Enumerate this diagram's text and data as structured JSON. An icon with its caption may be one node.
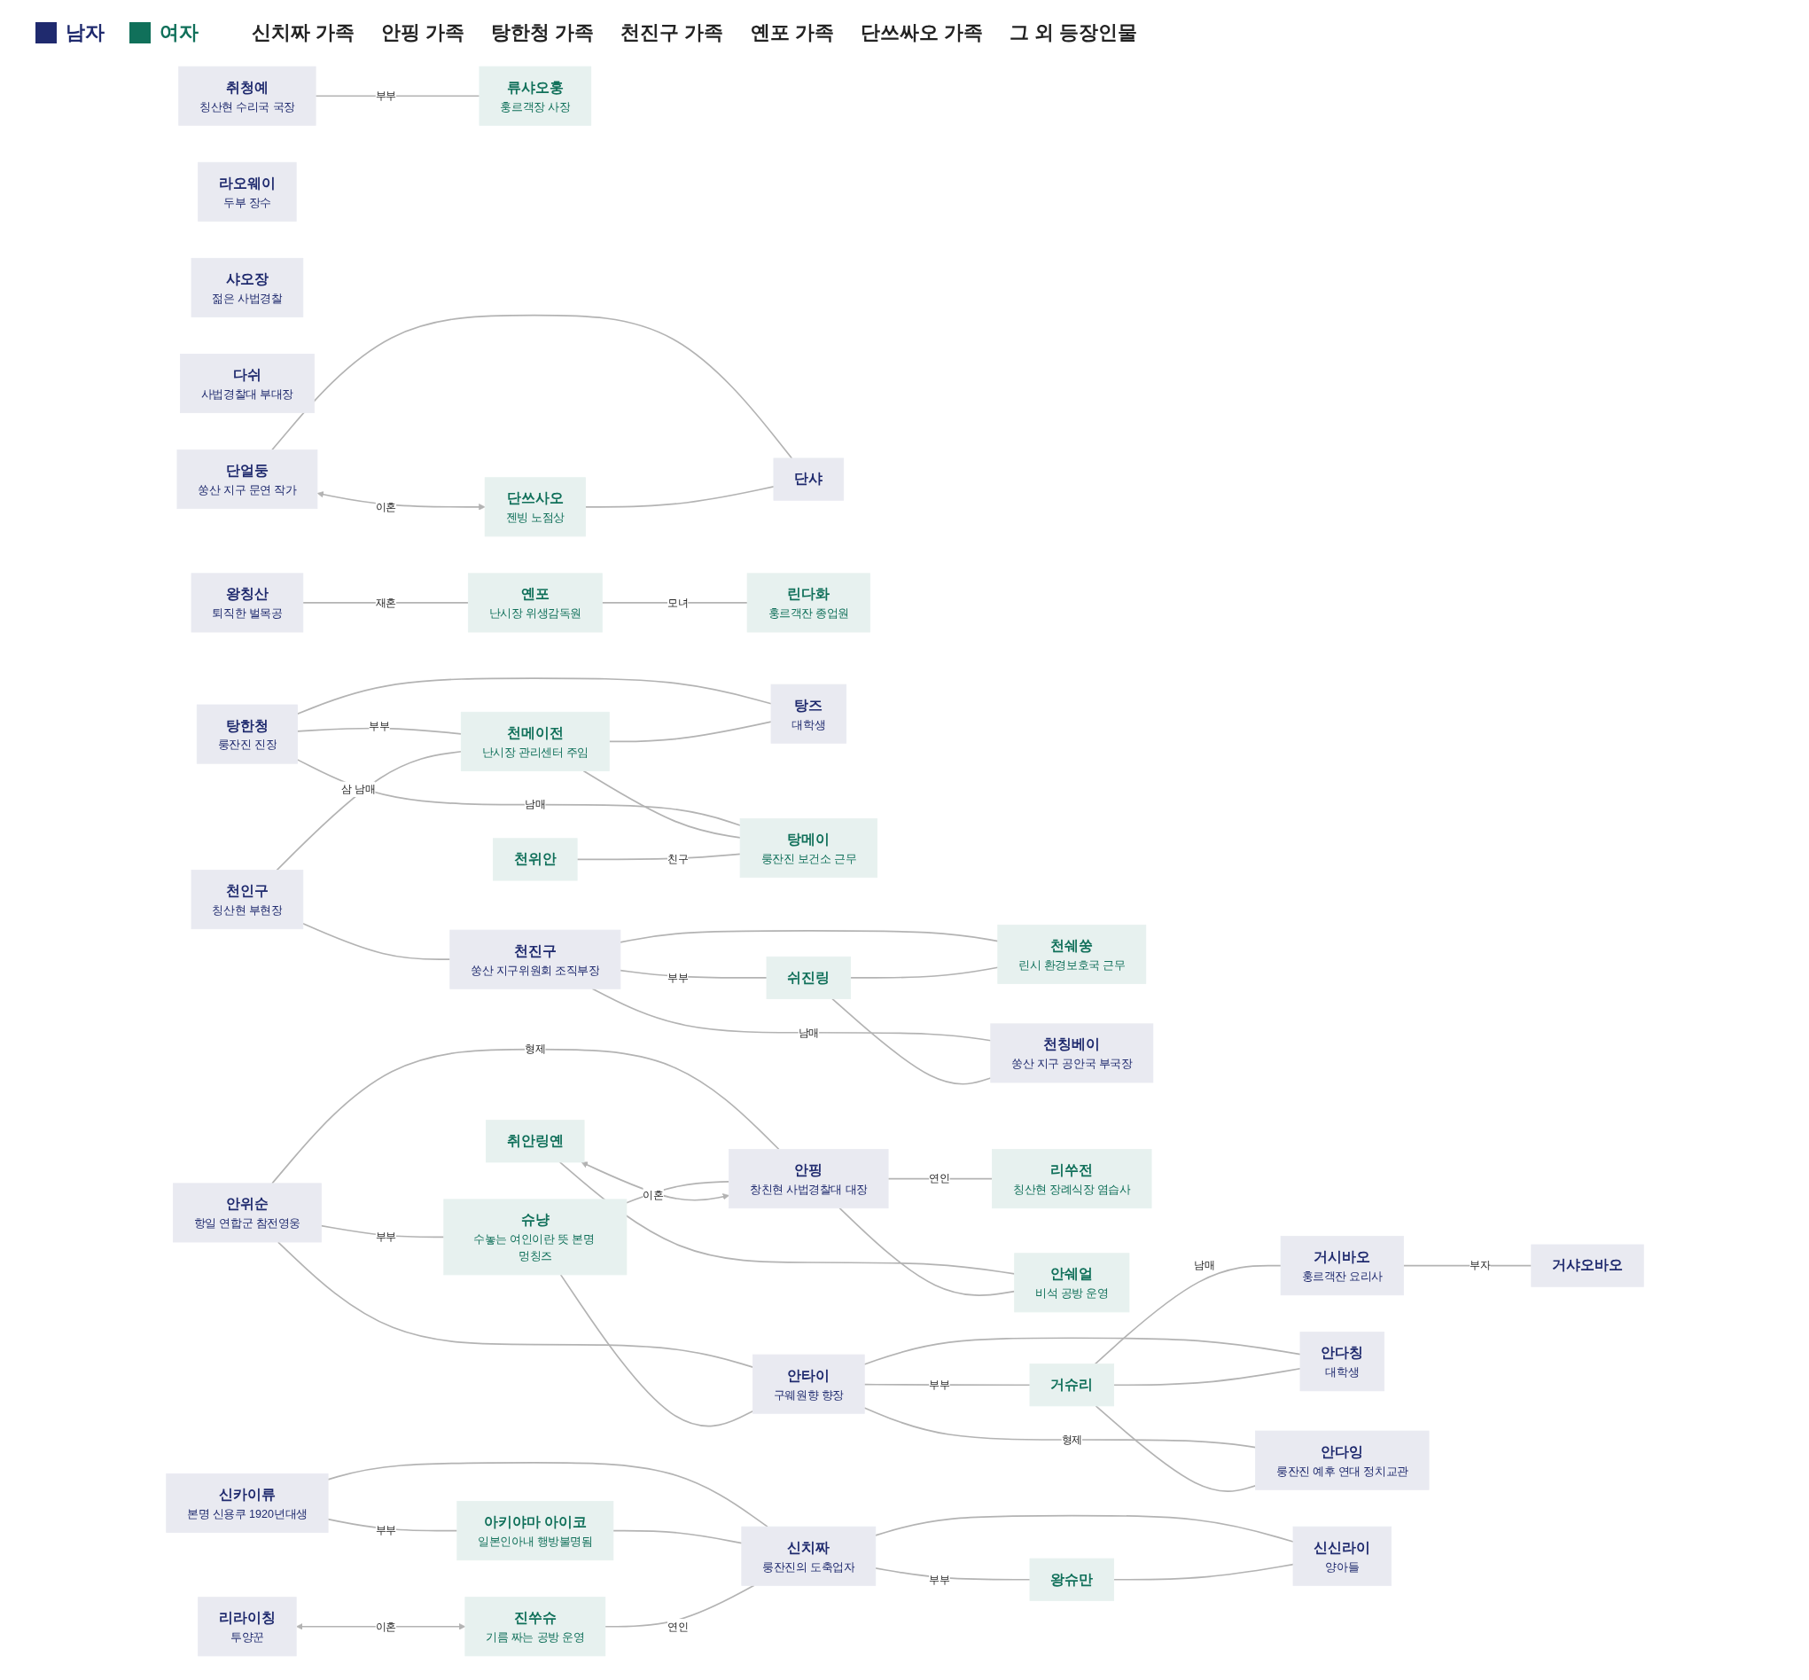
{
  "diagram": {
    "nodes": [
      {
        "text": [
          "신카이류",
          "본명 신용쿠 1920년대생"
        ]
      },
      {
        "text": [
          "아키야마 아이코",
          "일본인아내 행방불명됨"
        ]
      },
      {
        "text": [
          "리라이칭",
          "투양꾼"
        ]
      },
      {
        "text": [
          "진쑤슈",
          "기름 짜는 공방 운영"
        ]
      },
      {
        "text": [
          "신치짜",
          "룽잔진의 도축업자"
        ]
      },
      {
        "text": [
          "왕슈만"
        ]
      },
      {
        "text": [
          "신신라이",
          "양아들"
        ]
      },
      {
        "text": [
          "안위순",
          "항일 연합군 참전영웅"
        ]
      },
      {
        "text": [
          "슈냥",
          "수놓는 여인이란 뜻 본명 멍칭즈"
        ]
      },
      {
        "text": [
          "취안링옌"
        ]
      },
      {
        "text": [
          "안핑",
          "창친현 사법경찰대 대장"
        ]
      },
      {
        "text": [
          "안타이",
          "구웨원향 향장"
        ]
      },
      {
        "text": [
          "거슈리"
        ]
      },
      {
        "text": [
          "안쉐얼",
          "비석 공방 운영"
        ]
      },
      {
        "text": [
          "안다잉",
          "룽잔진 예후 연대 정치교관"
        ]
      },
      {
        "text": [
          "안다칭",
          "대학생"
        ]
      },
      {
        "text": [
          "리쑤전",
          "칭산현 장례식장 염습사"
        ]
      },
      {
        "text": [
          "거시바오",
          "훙르객잔 요리사"
        ]
      },
      {
        "text": [
          "거샤오바오"
        ]
      },
      {
        "text": [
          "탕한청",
          "룽잔진 진장"
        ]
      },
      {
        "text": [
          "천메이전",
          "난시장 관리센터 주임"
        ]
      },
      {
        "text": [
          "천인구",
          "칭산현 부현장"
        ]
      },
      {
        "text": [
          "천진구",
          "쑹산 지구위원회 조직부장"
        ]
      },
      {
        "text": [
          "쉬진링"
        ]
      },
      {
        "text": [
          "천위안"
        ]
      },
      {
        "text": [
          "탕메이",
          "룽잔진 보건소 근무"
        ]
      },
      {
        "text": [
          "탕즈",
          "대학생"
        ]
      },
      {
        "text": [
          "천칭베이",
          "쑹산 지구 공안국 부국장"
        ]
      },
      {
        "text": [
          "천쉐쑹",
          "린시 환경보호국 근무"
        ]
      },
      {
        "text": [
          "왕칭산",
          "퇴직한 벌목공"
        ]
      },
      {
        "text": [
          "옌포",
          "난시장 위생감독원"
        ]
      },
      {
        "text": [
          "린다화",
          "훙르객잔 종업원"
        ]
      },
      {
        "text": [
          "단얼둥",
          "쑹산 지구 문연 작가"
        ]
      },
      {
        "text": [
          "단쓰사오",
          "젠빙 노점상"
        ]
      },
      {
        "text": [
          "단샤"
        ]
      },
      {
        "text": [
          "다쉬",
          "사법경찰대 부대장"
        ]
      },
      {
        "text": [
          "샤오장",
          "젊은 사법경찰"
        ]
      },
      {
        "text": [
          "라오웨이",
          "두부 장수"
        ]
      },
      {
        "text": [
          "취청예",
          "칭산현 수리국 국장"
        ]
      },
      {
        "text": [
          "류샤오훙",
          "훙르객장 사장"
        ]
      }
    ],
    "edges": [
      {
        "from": 0,
        "to": 1,
        "arrow": "none",
        "label": "부부"
      },
      {
        "from": 0,
        "to": 4,
        "arrow": "none"
      },
      {
        "from": 1,
        "to": 4,
        "arrow": "none"
      },
      {
        "from": 2,
        "to": 3,
        "arrow": "both",
        "label": "이혼"
      },
      {
        "from": 3,
        "to": 4,
        "arrow": "none",
        "label": "연인"
      },
      {
        "from": 4,
        "to": 5,
        "arrow": "none",
        "label": "부부"
      },
      {
        "from": 4,
        "to": 6,
        "arrow": "none"
      },
      {
        "from": 5,
        "to": 6,
        "arrow": "none"
      },
      {
        "from": 7,
        "to": 8,
        "arrow": "none",
        "label": "부부"
      },
      {
        "from": 7,
        "to": 10,
        "arrow": "none",
        "label": "형제"
      },
      {
        "from": 7,
        "to": 11,
        "arrow": "none"
      },
      {
        "from": 8,
        "to": 10,
        "arrow": "none"
      },
      {
        "from": 8,
        "to": 11,
        "arrow": "none"
      },
      {
        "from": 9,
        "to": 10,
        "arrow": "both",
        "label": "이혼"
      },
      {
        "from": 9,
        "to": 13,
        "arrow": "none"
      },
      {
        "from": 10,
        "to": 13,
        "arrow": "none"
      },
      {
        "from": 10,
        "to": 16,
        "arrow": "none",
        "label": "연인"
      },
      {
        "from": 11,
        "to": 12,
        "arrow": "none",
        "label": "부부"
      },
      {
        "from": 11,
        "to": 14,
        "arrow": "none",
        "label": "형제"
      },
      {
        "from": 11,
        "to": 15,
        "arrow": "none"
      },
      {
        "from": 12,
        "to": 14,
        "arrow": "none"
      },
      {
        "from": 12,
        "to": 15,
        "arrow": "none"
      },
      {
        "from": 12,
        "to": 17,
        "arrow": "none",
        "label": "남매"
      },
      {
        "from": 17,
        "to": 18,
        "arrow": "none",
        "label": "부자"
      },
      {
        "from": 19,
        "to": 20,
        "arrow": "none",
        "label": "부부"
      },
      {
        "from": 19,
        "to": 25,
        "arrow": "none",
        "label": "남매"
      },
      {
        "from": 19,
        "to": 26,
        "arrow": "none"
      },
      {
        "from": 20,
        "to": 25,
        "arrow": "none"
      },
      {
        "from": 20,
        "to": 26,
        "arrow": "none"
      },
      {
        "from": 21,
        "to": 20,
        "arrow": "none",
        "label": "삼 남매"
      },
      {
        "from": 21,
        "to": 22,
        "arrow": "none"
      },
      {
        "from": 22,
        "to": 23,
        "arrow": "none",
        "label": "부부"
      },
      {
        "from": 22,
        "to": 27,
        "arrow": "none",
        "label": "남매"
      },
      {
        "from": 22,
        "to": 28,
        "arrow": "none"
      },
      {
        "from": 23,
        "to": 27,
        "arrow": "none"
      },
      {
        "from": 23,
        "to": 28,
        "arrow": "none"
      },
      {
        "from": 24,
        "to": 25,
        "arrow": "none",
        "label": "친구"
      },
      {
        "from": 29,
        "to": 30,
        "arrow": "none",
        "label": "재혼"
      },
      {
        "from": 30,
        "to": 31,
        "arrow": "none",
        "label": "모녀"
      },
      {
        "from": 32,
        "to": 33,
        "arrow": "both",
        "label": "이혼"
      },
      {
        "from": 32,
        "to": 34,
        "arrow": "none"
      },
      {
        "from": 33,
        "to": 34,
        "arrow": "none"
      },
      {
        "from": 38,
        "to": 39,
        "arrow": "none",
        "label": "부부"
      }
    ],
    "labels": [
      "신치짜 가족",
      "안핑 가족",
      "탕한청 가족",
      "천진구 가족",
      "옌포 가족",
      "단쓰싸오 가족",
      "그 외 등장인물"
    ],
    "legend": [
      {
        "text": "남자",
        "color": "#1f2a6e"
      },
      {
        "text": "여자",
        "color": "#10705a"
      }
    ]
  }
}
